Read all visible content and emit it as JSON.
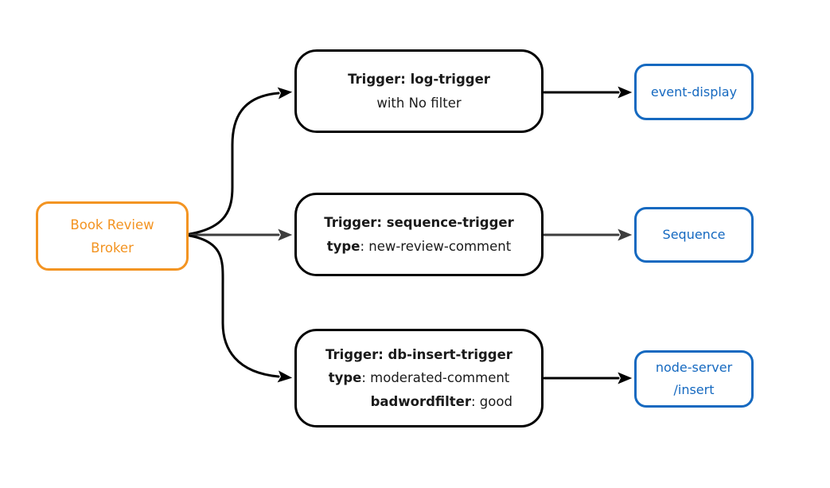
{
  "colors": {
    "orange": "#f39422",
    "blue": "#1569c0",
    "edge_dark": "#000000",
    "edge_mid": "#3d3d3d",
    "text_dark": "#1a1a1a",
    "background": "#ffffff"
  },
  "broker": {
    "lines": [
      "Book Review",
      "Broker"
    ]
  },
  "triggers": [
    {
      "title": "Trigger: log-trigger",
      "subtitle": "with No filter"
    },
    {
      "title": "Trigger: sequence-trigger",
      "attr_key": "type",
      "attr_value": ": new-review-comment"
    },
    {
      "title": "Trigger: db-insert-trigger",
      "attr_key": "type",
      "attr_value": ": moderated-comment",
      "attr2_key": "badwordfilter",
      "attr2_value": ": good"
    }
  ],
  "sinks": [
    {
      "lines": [
        "event-display"
      ]
    },
    {
      "lines": [
        "Sequence"
      ]
    },
    {
      "lines": [
        "node-server",
        "/insert"
      ]
    }
  ],
  "edges": [
    {
      "from": "broker",
      "to": "log-trigger",
      "style": "black",
      "shape": "curve-up"
    },
    {
      "from": "broker",
      "to": "sequence-trigger",
      "style": "dark-gray",
      "shape": "straight"
    },
    {
      "from": "broker",
      "to": "db-insert-trigger",
      "style": "black",
      "shape": "curve-down"
    },
    {
      "from": "log-trigger",
      "to": "event-display",
      "style": "black",
      "shape": "straight"
    },
    {
      "from": "sequence-trigger",
      "to": "sequence",
      "style": "dark-gray",
      "shape": "straight"
    },
    {
      "from": "db-insert-trigger",
      "to": "node-server-insert",
      "style": "black",
      "shape": "straight"
    }
  ]
}
